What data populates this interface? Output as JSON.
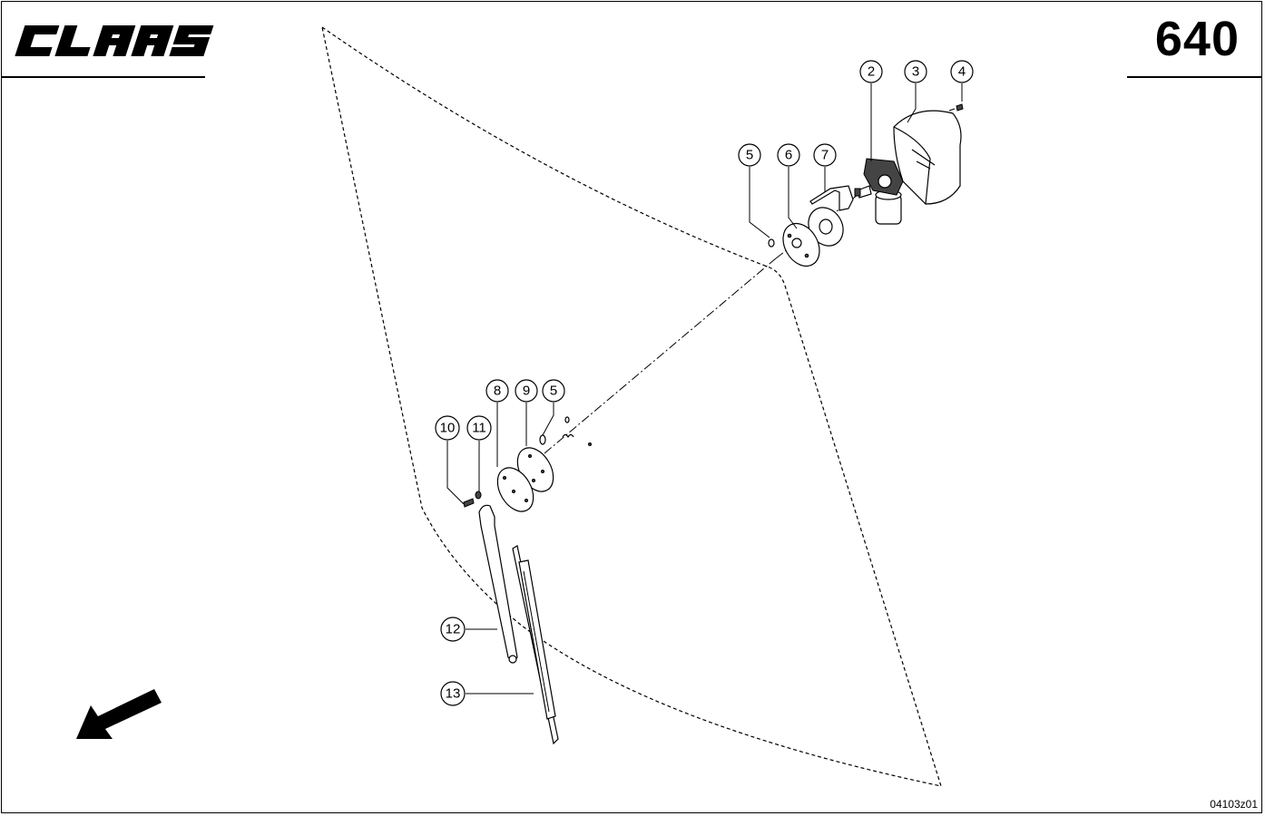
{
  "header": {
    "brand": "CLAAS",
    "page_number": "640"
  },
  "footer": {
    "drawing_id": "04103z01"
  },
  "callouts": [
    "2",
    "3",
    "4",
    "5",
    "6",
    "7",
    "8",
    "9",
    "5",
    "10",
    "11",
    "12",
    "13"
  ],
  "colors": {
    "ink": "#000000",
    "paper": "#ffffff"
  }
}
